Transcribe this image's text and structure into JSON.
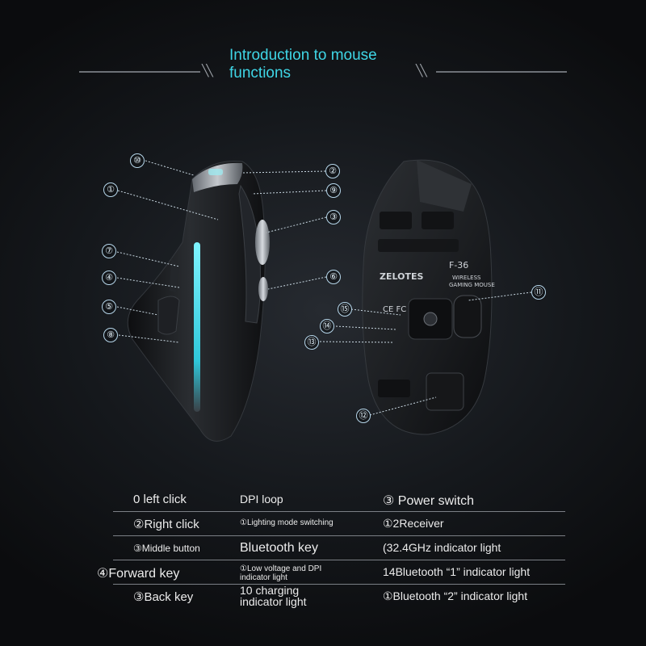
{
  "header": {
    "title_line1": "Introduction to mouse",
    "title_line2": "functions"
  },
  "left_callouts": [
    "⑩",
    "①",
    "⑦",
    "④",
    "⑤",
    "⑧",
    "②",
    "⑨",
    "③",
    "⑥"
  ],
  "right_callouts": [
    "⑪",
    "⑮",
    "⑭",
    "⑬",
    "⑫"
  ],
  "bottom_label": {
    "brand": "ZELOTES",
    "model": "F-36",
    "line1": "WIRELESS",
    "line2": "GAMING MOUSE"
  },
  "table": {
    "rows": [
      {
        "c1": "0 left click",
        "c2": "DPI loop",
        "c3": "③ Power switch"
      },
      {
        "c1": "②Right click",
        "c2": "①Lighting mode switching",
        "c3": "①2Receiver"
      },
      {
        "c1": "③Middle button",
        "c2": "Bluetooth key",
        "c3": "(32.4GHz indicator light"
      },
      {
        "c1": "④Forward key",
        "c2": "①Low voltage and DPI indicator light",
        "c3": "14Bluetooth “1” indicator light"
      },
      {
        "c1": "③Back key",
        "c2": "10 charging indicator light",
        "c3": "①Bluetooth “2” indicator light"
      }
    ]
  },
  "colors": {
    "accent": "#3fd6e6",
    "led": "#4fe2ee",
    "body": "#1a1c1f"
  }
}
